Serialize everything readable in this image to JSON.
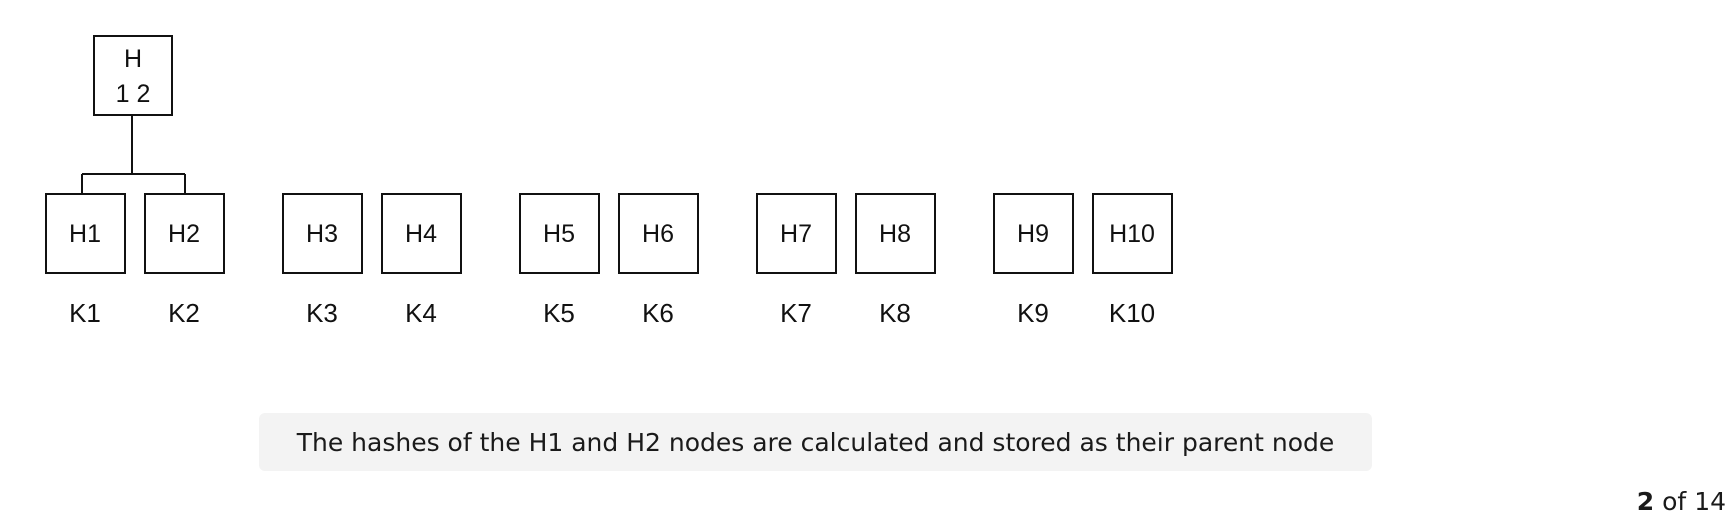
{
  "diagram": {
    "parent": {
      "line1": "H",
      "line2": "1 2"
    },
    "leaves": [
      {
        "hash": "H1",
        "key": "K1"
      },
      {
        "hash": "H2",
        "key": "K2"
      },
      {
        "hash": "H3",
        "key": "K3"
      },
      {
        "hash": "H4",
        "key": "K4"
      },
      {
        "hash": "H5",
        "key": "K5"
      },
      {
        "hash": "H6",
        "key": "K6"
      },
      {
        "hash": "H7",
        "key": "K7"
      },
      {
        "hash": "H8",
        "key": "K8"
      },
      {
        "hash": "H9",
        "key": "K9"
      },
      {
        "hash": "H10",
        "key": "K10"
      }
    ]
  },
  "caption": "The hashes of the H1 and H2 nodes are calculated and stored as their parent node",
  "pager": {
    "current": "2",
    "separator": "of",
    "total": "14"
  }
}
